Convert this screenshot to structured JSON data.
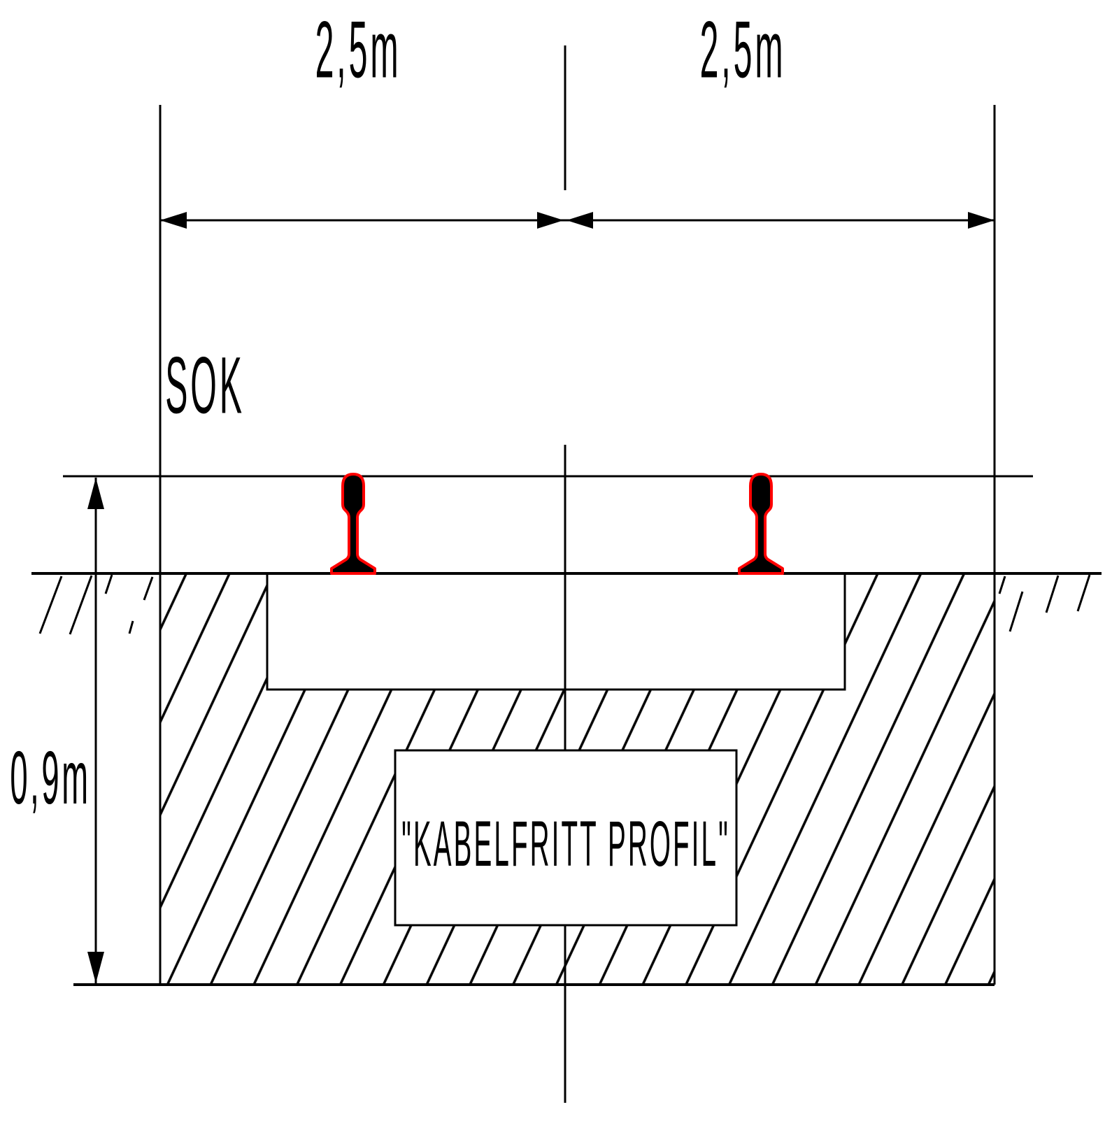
{
  "drawing": {
    "background_color": "#ffffff",
    "line_color": "#000000",
    "rail_fill_color": "#000000",
    "rail_outline_color": "#ff0000"
  },
  "labels": {
    "dim_left": "2,5m",
    "dim_right": "2,5m",
    "rail_top_reference": "SOK",
    "depth": "0,9m",
    "cable_free_zone": "\"KABELFRITT PROFIL\""
  }
}
